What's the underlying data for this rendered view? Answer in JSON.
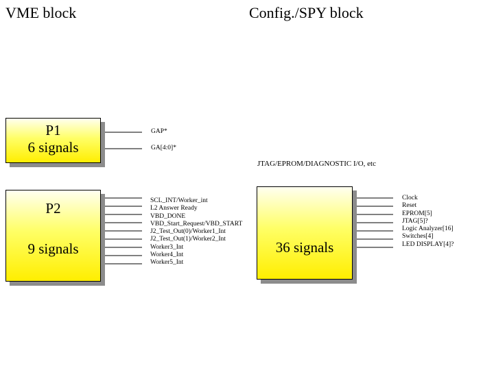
{
  "titles": {
    "vme": "VME block",
    "config": "Config./SPY block"
  },
  "p1": {
    "name": "P1",
    "count": "6 signals",
    "signals": [
      "GAP*",
      "GA[4:0]*"
    ]
  },
  "p2": {
    "name": "P2",
    "count": "9 signals",
    "signals": [
      "SCL_INT/Worker_int",
      "L2 Answer Ready",
      "VBD_DONE",
      "VBD_Start_Request/VBD_START",
      "J2_Test_Out(0)/Worker1_Int",
      "J2_Test_Out(1)/Worker2_Int",
      "Worker3_Int",
      "Worker4_Int",
      "Worker5_Int"
    ]
  },
  "config_block": {
    "count": "36 signals",
    "io_label": "JTAG/EPROM/DIAGNOSTIC I/O, etc",
    "signals": [
      "Clock",
      "Reset",
      "EPROM[5]",
      "JTAG[5]?",
      "Logic Analyzer[16]",
      "Switches[4]",
      "LED DISPLAY[4]?"
    ]
  }
}
